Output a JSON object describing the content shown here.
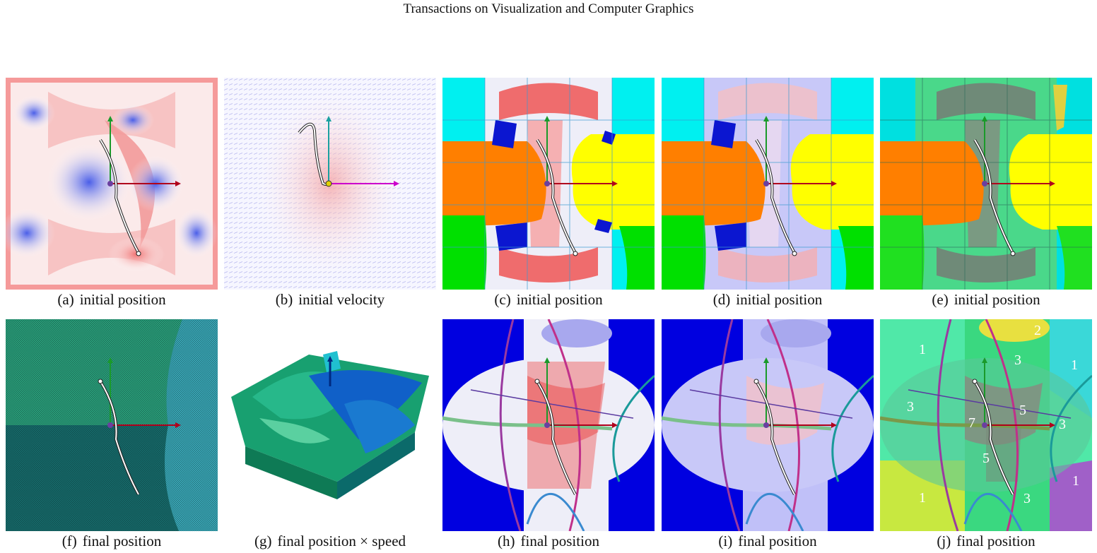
{
  "header": {
    "journal": "Transactions on Visualization and Computer Graphics"
  },
  "figures": [
    {
      "tag": "(a)",
      "caption": "initial position"
    },
    {
      "tag": "(b)",
      "caption": "initial velocity"
    },
    {
      "tag": "(c)",
      "caption": "initial position"
    },
    {
      "tag": "(d)",
      "caption": "initial position"
    },
    {
      "tag": "(e)",
      "caption": "initial position"
    },
    {
      "tag": "(f)",
      "caption": "final position"
    },
    {
      "tag": "(g)",
      "caption": "final position × speed"
    },
    {
      "tag": "(h)",
      "caption": "final position"
    },
    {
      "tag": "(i)",
      "caption": "final position"
    },
    {
      "tag": "(j)",
      "caption": "final position"
    }
  ],
  "region_counts_j": [
    "2",
    "1",
    "3",
    "1",
    "3",
    "5",
    "7",
    "3",
    "5",
    "1",
    "1",
    "3"
  ],
  "colors": {
    "x_axis": "#b0001c",
    "y_axis": "#1a9a2a",
    "path": "#222222",
    "cyan": "#00f0f0",
    "orange": "#ff7f00",
    "yellow": "#ffff00",
    "green": "#00e000",
    "blue": "#0000e0",
    "red": "#ee4444",
    "lavender": "#b8b8f8",
    "gray_green": "#6a8a6a"
  }
}
